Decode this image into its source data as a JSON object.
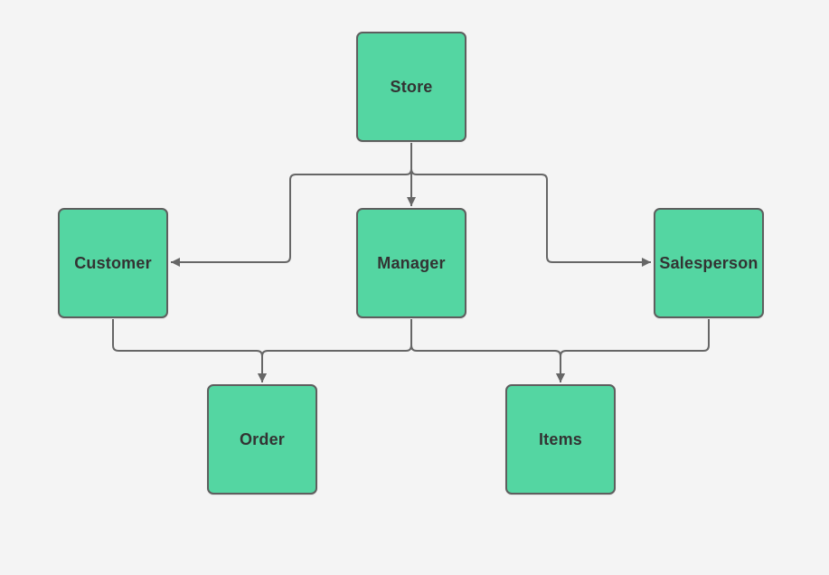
{
  "canvas": {
    "background": "#f4f4f4"
  },
  "palette": {
    "node_fill": "#54d6a2",
    "node_border": "#5e5e5e",
    "connector": "#666666",
    "text": "#333333"
  },
  "nodes": [
    {
      "id": "store",
      "label": "Store"
    },
    {
      "id": "customer",
      "label": "Customer"
    },
    {
      "id": "manager",
      "label": "Manager"
    },
    {
      "id": "salesperson",
      "label": "Salesperson"
    },
    {
      "id": "order",
      "label": "Order"
    },
    {
      "id": "items",
      "label": "Items"
    }
  ],
  "edges": [
    {
      "from": "Store",
      "to": "Manager"
    },
    {
      "from": "Store",
      "to": "Customer"
    },
    {
      "from": "Store",
      "to": "Salesperson"
    },
    {
      "from": "Customer",
      "to": "Order"
    },
    {
      "from": "Manager",
      "to": "Order"
    },
    {
      "from": "Manager",
      "to": "Items"
    },
    {
      "from": "Salesperson",
      "to": "Items"
    }
  ]
}
